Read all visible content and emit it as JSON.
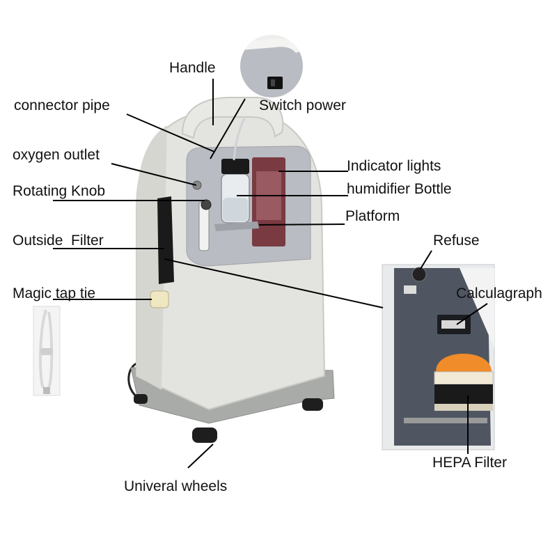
{
  "labels": {
    "handle": "Handle",
    "connector_pipe": "connector pipe",
    "switch_power": "Switch power",
    "oxygen_outlet": "oxygen outlet",
    "indicator_lights": "Indicator lights",
    "rotating_knob": "Rotating Knob",
    "humidifier_bottle": "humidifier Bottle",
    "platform": "Platform",
    "outside_filter": "Outside  Filter",
    "refuse": "Refuse",
    "magic_tap_tie": "Magic tap tie",
    "calculagraph": "Calculagraph",
    "hepa_filter": "HEPA Filter",
    "universal_wheels": "Univeral wheels"
  },
  "colors": {
    "body": "#e3e3df",
    "body_shade": "#c9c9c4",
    "base": "#a9aba9",
    "panel": "#b9bcc2",
    "label_panel": "#7a3a42",
    "filter_black": "#1a1a1a",
    "line": "#000000"
  }
}
